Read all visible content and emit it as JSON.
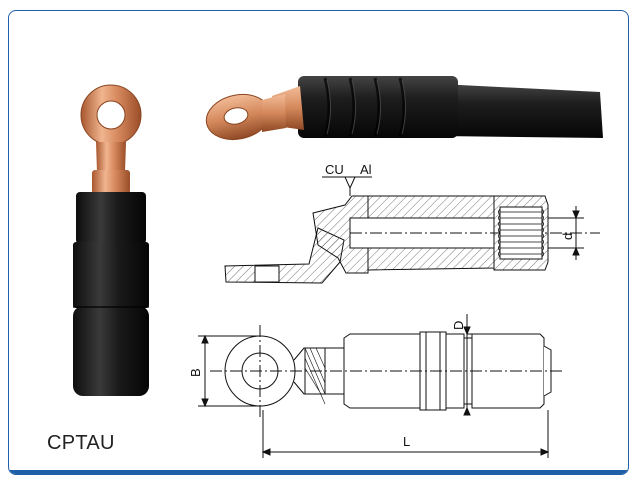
{
  "product": {
    "name": "CPTAU"
  },
  "drawing": {
    "material_left": "CU",
    "material_right": "Al",
    "dim_d": "d",
    "dim_D": "D",
    "dim_B": "B",
    "dim_L": "L"
  },
  "colors": {
    "frame": "#1f5fa8",
    "copper": "#d4895e",
    "insulation": "#1c1c1c"
  }
}
